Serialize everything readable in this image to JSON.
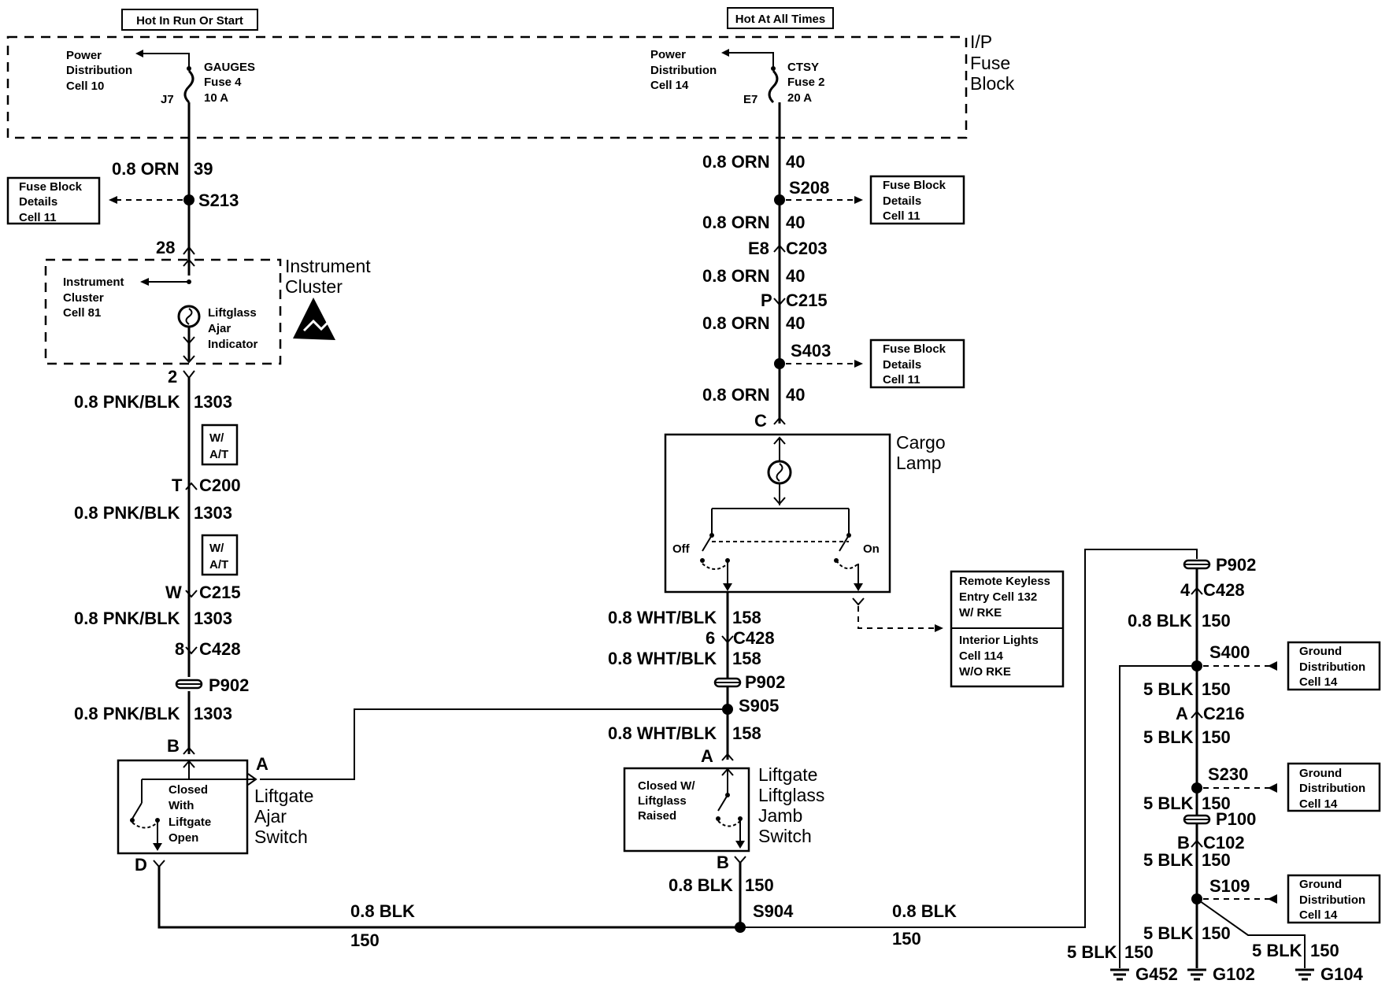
{
  "header": {
    "left_note": "Hot In Run Or Start",
    "right_note": "Hot At All Times"
  },
  "fuse_block": {
    "title_lines": [
      "I/P",
      "Fuse",
      "Block"
    ],
    "left_ref": [
      "Power",
      "Distribution",
      "Cell 10"
    ],
    "left_fuse": [
      "GAUGES",
      "Fuse 4",
      "10 A"
    ],
    "left_pin": "J7",
    "right_ref": [
      "Power",
      "Distribution",
      "Cell 14"
    ],
    "right_fuse": [
      "CTSY",
      "Fuse 2",
      "20 A"
    ],
    "right_pin": "E7"
  },
  "left_circuit": {
    "wire_orn": "0.8 ORN",
    "circuit_39": "39",
    "splice_s213": "S213",
    "fuse_details": [
      "Fuse Block",
      "Details",
      "Cell 11"
    ],
    "pin_28": "28",
    "cluster_title": [
      "Instrument",
      "Cluster"
    ],
    "cluster_ref": [
      "Instrument",
      "Cluster",
      "Cell 81"
    ],
    "indicator": [
      "Liftglass",
      "Ajar",
      "Indicator"
    ],
    "pin_2": "2",
    "wire_pnk": "0.8 PNK/BLK",
    "circuit_1303": "1303",
    "option_wat": [
      "W/",
      "A/T"
    ],
    "conn_t": "T",
    "conn_c200": "C200",
    "conn_w": "W",
    "conn_c215": "C215",
    "conn_8": "8",
    "conn_c428": "C428",
    "p902": "P902",
    "pin_b": "B",
    "pin_a": "A",
    "pin_d": "D",
    "switch_state": [
      "Closed",
      "With",
      "Liftgate",
      "Open"
    ],
    "switch_title": [
      "Liftgate",
      "Ajar",
      "Switch"
    ]
  },
  "middle_circuit": {
    "wire_orn": "0.8 ORN",
    "circuit_40": "40",
    "s208": "S208",
    "s403": "S403",
    "fuse_details": [
      "Fuse Block",
      "Details",
      "Cell 11"
    ],
    "conn_e8": "E8",
    "conn_c203": "C203",
    "conn_p": "P",
    "conn_c215": "C215",
    "pin_c": "C",
    "lamp_title": [
      "Cargo",
      "Lamp"
    ],
    "off": "Off",
    "on": "On",
    "wire_wht": "0.8 WHT/BLK",
    "circuit_158": "158",
    "conn_6": "6",
    "conn_c428": "C428",
    "p902": "P902",
    "s905": "S905",
    "pin_a": "A",
    "pin_b": "B",
    "switch_state": [
      "Closed W/",
      "Liftglass",
      "Raised"
    ],
    "switch_title": [
      "Liftgate",
      "Liftglass",
      "Jamb",
      "Switch"
    ],
    "wire_blk": "0.8 BLK",
    "circuit_150": "150",
    "s904": "S904",
    "rke_ref": [
      "Remote Keyless",
      "Entry Cell 132",
      "W/ RKE"
    ],
    "int_ref": [
      "Interior Lights",
      "Cell 114",
      "W/O RKE"
    ]
  },
  "bottom_run": {
    "left_wire": "0.8 BLK",
    "left_circuit": "150",
    "right_wire": "0.8 BLK",
    "right_circuit": "150"
  },
  "ground_circuit": {
    "p902": "P902",
    "conn_4": "4",
    "conn_c428": "C428",
    "wire_08": "0.8 BLK",
    "circuit_150": "150",
    "s400": "S400",
    "s230": "S230",
    "s109": "S109",
    "wire_5": "5 BLK",
    "conn_a": "A",
    "conn_c216": "C216",
    "p100": "P100",
    "conn_b": "B",
    "conn_c102": "C102",
    "ground_ref": [
      "Ground",
      "Distribution",
      "Cell 14"
    ],
    "g452": "G452",
    "g102": "G102",
    "g104": "G104"
  }
}
